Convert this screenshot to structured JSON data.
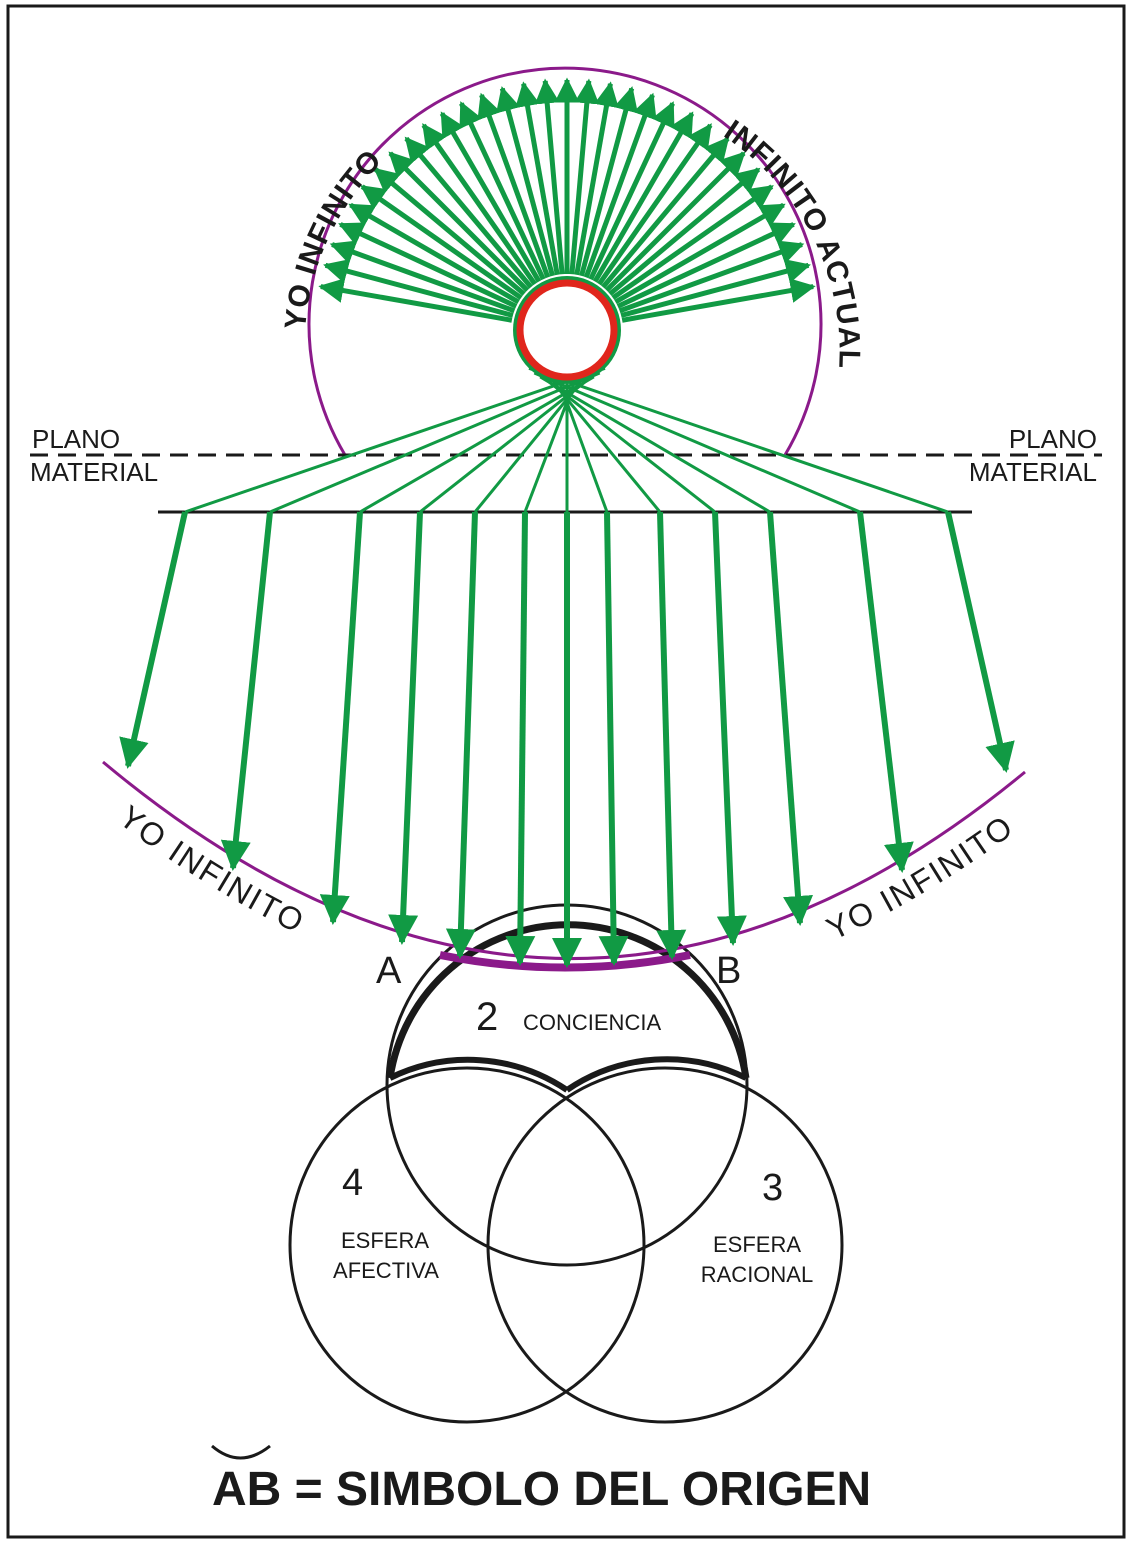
{
  "colors": {
    "frame": "#1a1a1a",
    "purple": "#8b1a8a",
    "green": "#119a44",
    "red": "#e0261c",
    "black": "#1a1a1a"
  },
  "labels": {
    "top_left_arc": "YO INFINITO",
    "top_right_arc": "INFINITO ACTUAL",
    "plano_left_1": "PLANO",
    "plano_left_2": "MATERIAL",
    "plano_right_1": "PLANO",
    "plano_right_2": "MATERIAL",
    "lower_left_arc": "YO INFINITO",
    "lower_right_arc": "YO INFINITO",
    "point_a": "A",
    "point_b": "B",
    "sphere2_num": "2",
    "sphere2_name": "CONCIENCIA",
    "sphere4_num": "4",
    "sphere4_name_1": "ESFERA",
    "sphere4_name_2": "AFECTIVA",
    "sphere3_num": "3",
    "sphere3_name_1": "ESFERA",
    "sphere3_name_2": "RACIONAL",
    "caption": "AB = SIMBOLO DEL ORIGEN"
  }
}
